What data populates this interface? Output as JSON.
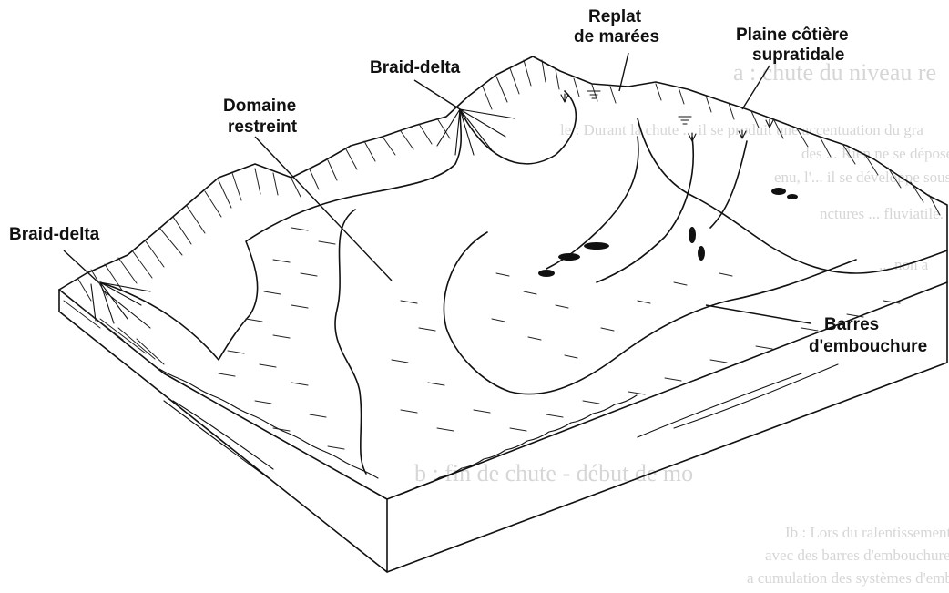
{
  "background": {
    "heading_a": "a : chute du niveau re",
    "para_a_lines": [
      "le : Durant la chute ... il se produit une accentuation du gra",
      "des ... Rien ne se dépose en c",
      "enu, l'... il se développe sous forme de barres d'embo",
      "nctures ... fluviatile."
    ],
    "small_a": "... non a",
    "heading_b": "b : fin de chute - début de mo",
    "para_b_lines": [
      "Ib : Lors du ralentissement de la chute ... de la dynam",
      "avec des barres d'embouchures ... peut perme",
      "a cumulation des systèmes d'embouchures ..."
    ]
  },
  "labels": {
    "replat_1": "Replat",
    "replat_2": "de marées",
    "plaine_1": "Plaine côtière",
    "plaine_2": "supratidale",
    "braid_top": "Braid-delta",
    "domaine_1": "Domaine",
    "domaine_2": "restreint",
    "braid_left": "Braid-delta",
    "barres_1": "Barres",
    "barres_2": "d'embouchure"
  }
}
